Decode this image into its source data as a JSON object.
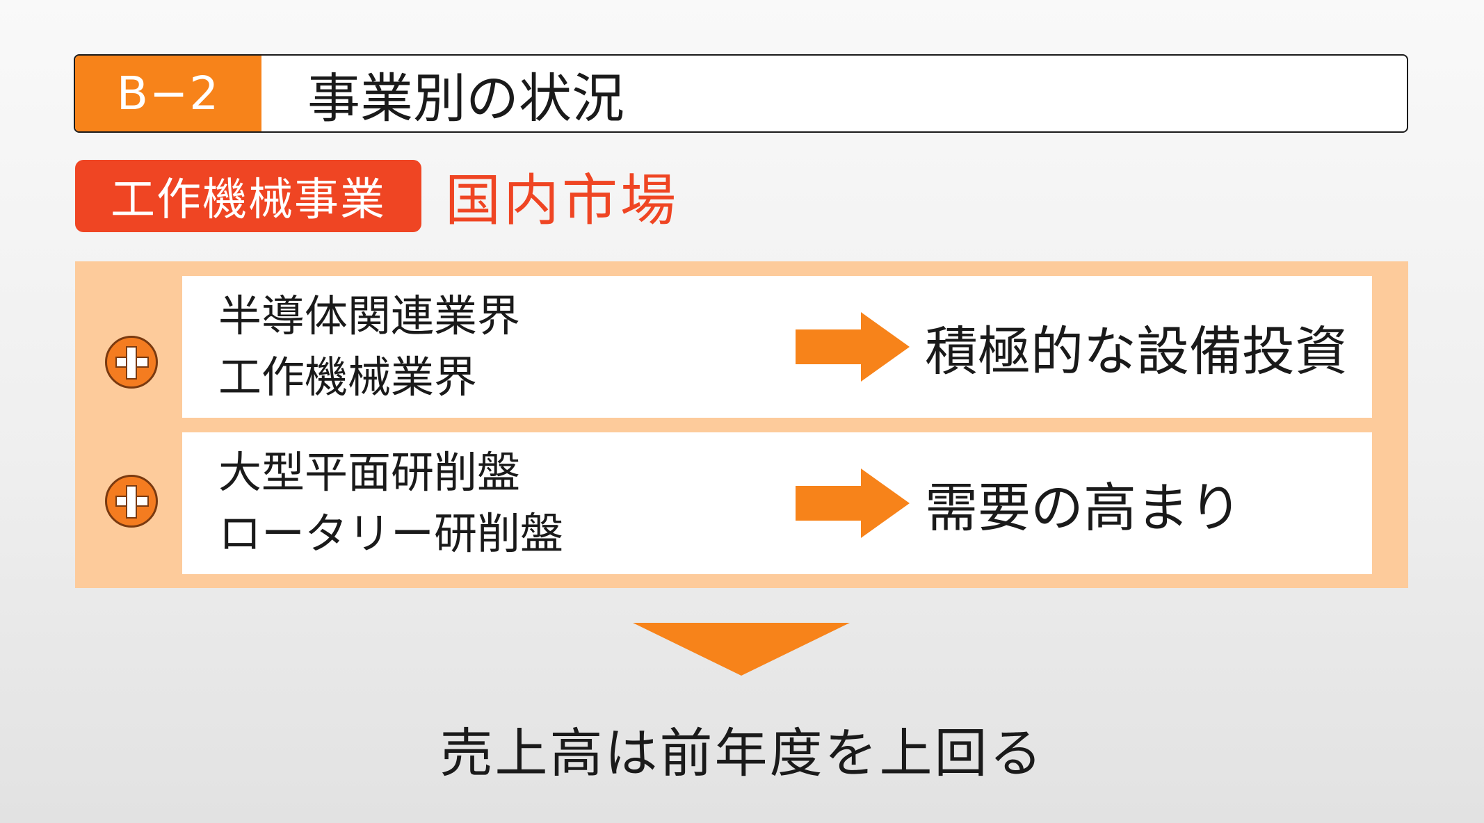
{
  "header": {
    "code": "B−2",
    "title": "事業別の状況"
  },
  "segment": {
    "name": "工作機械事業",
    "market": "国内市場"
  },
  "factors": [
    {
      "icon": "plus-icon",
      "causes": [
        "半導体関連業界",
        "工作機械業界"
      ],
      "effect": "積極的な設備投資"
    },
    {
      "icon": "plus-icon",
      "causes": [
        "大型平面研削盤",
        "ロータリー研削盤"
      ],
      "effect": "需要の高まり"
    }
  ],
  "conclusion": "売上高は前年度を上回る",
  "colors": {
    "accent_orange": "#f7831a",
    "segment_red": "#ef4523",
    "panel_peach": "#fdcb9b"
  }
}
